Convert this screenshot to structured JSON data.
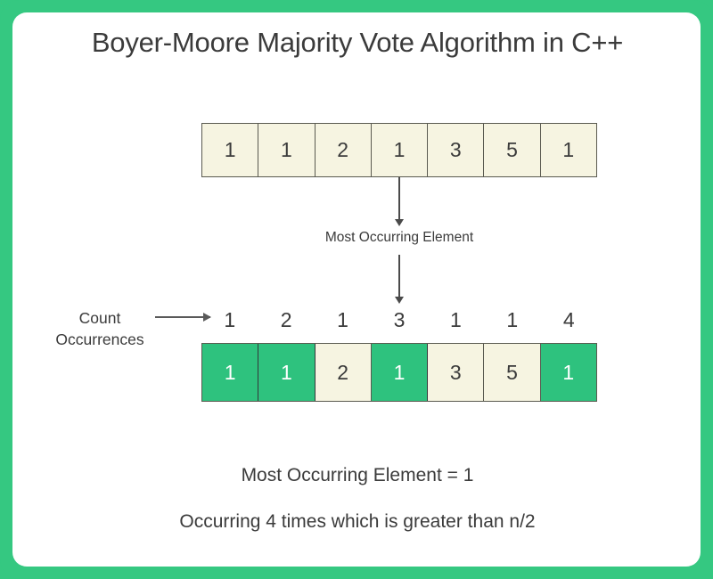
{
  "title": "Boyer-Moore Majority Vote Algorithm in C++",
  "colors": {
    "frame_green": "#35c881",
    "card_white": "#ffffff",
    "cell_cream": "#f6f4e1",
    "cell_highlight": "#2ec27e",
    "text_dark": "#3b3b3b",
    "border_dark": "#5a5a50"
  },
  "array_top": {
    "cells": [
      {
        "value": "1",
        "highlighted": false
      },
      {
        "value": "1",
        "highlighted": false
      },
      {
        "value": "2",
        "highlighted": false
      },
      {
        "value": "1",
        "highlighted": false
      },
      {
        "value": "3",
        "highlighted": false
      },
      {
        "value": "5",
        "highlighted": false
      },
      {
        "value": "1",
        "highlighted": false
      }
    ]
  },
  "mid_caption": "Most Occurring Element",
  "count_label": {
    "line1": "Count",
    "line2": "Occurrences"
  },
  "counts": [
    "1",
    "2",
    "1",
    "3",
    "1",
    "1",
    "4"
  ],
  "array_bottom": {
    "cells": [
      {
        "value": "1",
        "highlighted": true
      },
      {
        "value": "1",
        "highlighted": true
      },
      {
        "value": "2",
        "highlighted": false
      },
      {
        "value": "1",
        "highlighted": true
      },
      {
        "value": "3",
        "highlighted": false
      },
      {
        "value": "5",
        "highlighted": false
      },
      {
        "value": "1",
        "highlighted": true
      }
    ]
  },
  "footer": {
    "line1": "Most Occurring Element = 1",
    "line2": "Occurring 4 times which is  greater than  n/2"
  }
}
